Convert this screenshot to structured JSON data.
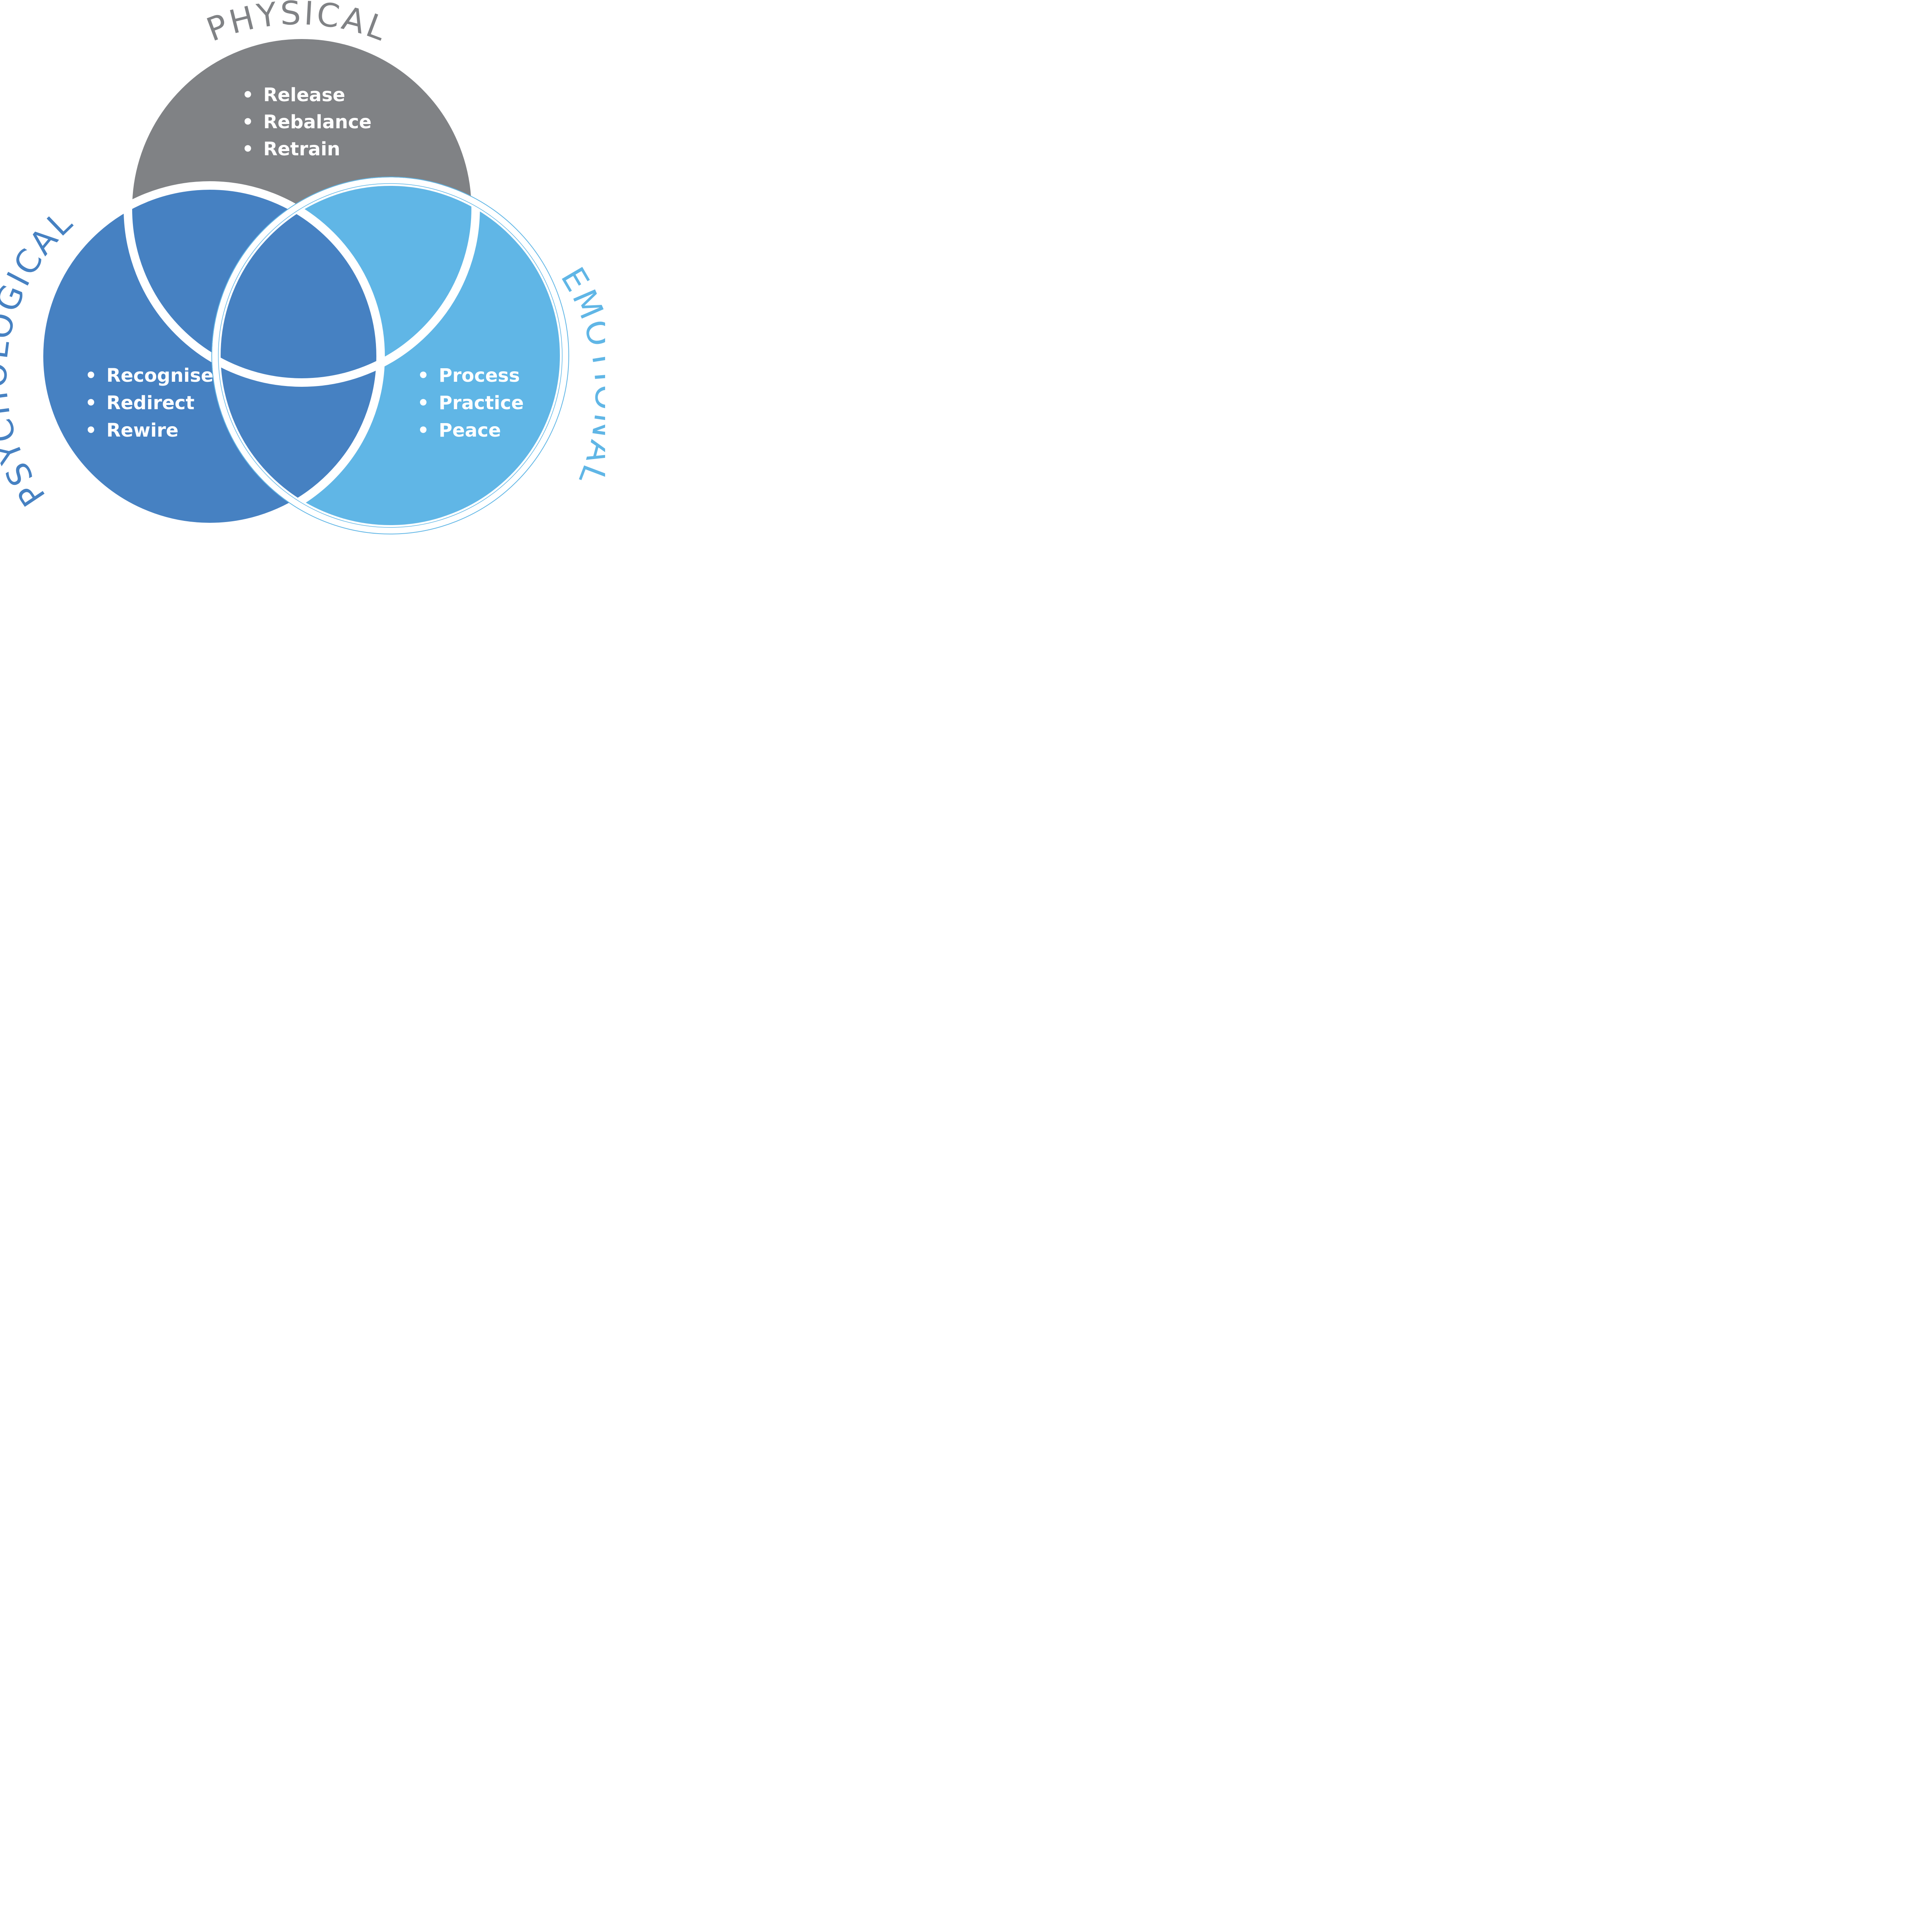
{
  "colors": {
    "physical": "#808285",
    "psychological": "#4681c2",
    "emotional": "#60b6e6",
    "overlap": "#4681c2",
    "outline": "#ffffff",
    "bullet_text": "#ffffff",
    "background": "#ffffff"
  },
  "circles": {
    "physical": {
      "label": "PHYSICAL",
      "items": [
        "Release",
        "Rebalance",
        "Retrain"
      ]
    },
    "psychological": {
      "label": "PSYCHOLOGICAL",
      "items": [
        "Recognise",
        "Redirect",
        "Rewire"
      ]
    },
    "emotional": {
      "label": "EMOTIONAL",
      "items": [
        "Process",
        "Practice",
        "Peace"
      ]
    }
  },
  "bullet_symbol": "•"
}
